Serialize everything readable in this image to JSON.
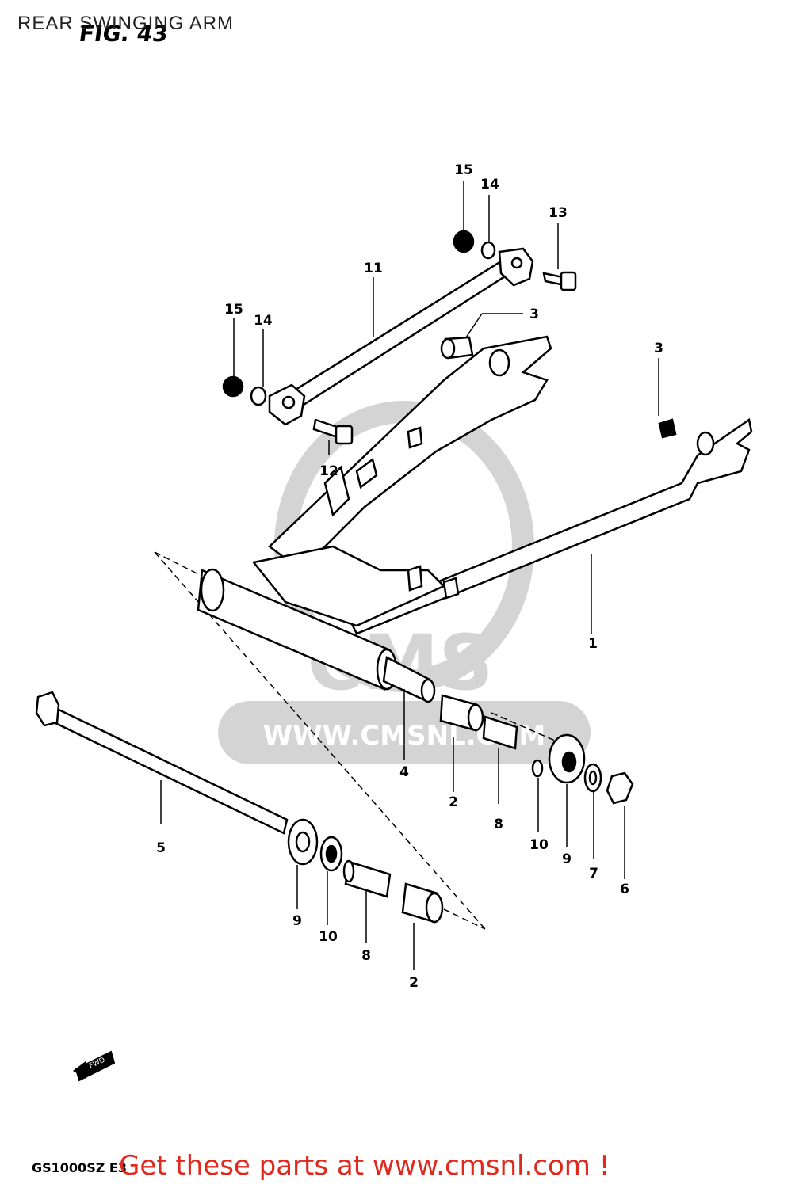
{
  "diagram": {
    "title": "REAR SWINGING ARM",
    "figure_label": "FIG. 43",
    "model_label": "GS1000SZ E3",
    "fwd_label": "FWD",
    "footer_text": "Get these parts at www.cmsnl.com !",
    "watermark": {
      "logo_text": "CMS",
      "url_text": "WWW.CMSNL.COM"
    },
    "callouts": {
      "c15a": "15",
      "c14a": "14",
      "c13": "13",
      "c11": "11",
      "c15b": "15",
      "c14b": "14",
      "c3a": "3",
      "c3b": "3",
      "c12": "12",
      "c1": "1",
      "c4": "4",
      "c2a": "2",
      "c8a": "8",
      "c10a": "10",
      "c9a": "9",
      "c7": "7",
      "c6": "6",
      "c5": "5",
      "c9b": "9",
      "c10b": "10",
      "c8b": "8",
      "c2b": "2"
    },
    "colors": {
      "line": "#000000",
      "watermark": "#d4d4d4",
      "footer": "#e0281c"
    }
  }
}
